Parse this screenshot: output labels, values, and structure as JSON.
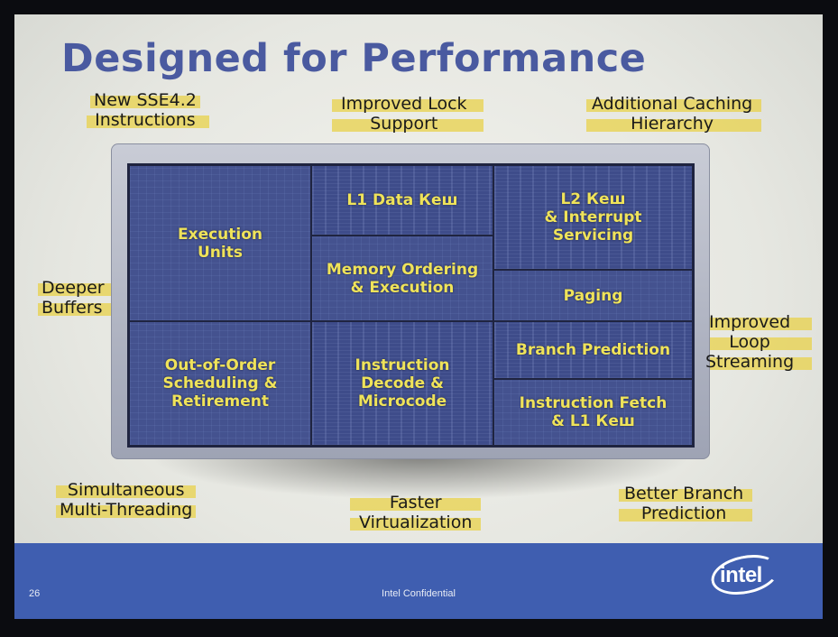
{
  "slide": {
    "title": "Designed for Performance",
    "features": {
      "sse42": "New SSE4.2\nInstructions",
      "lock": "Improved Lock\nSupport",
      "caching": "Additional Caching\nHierarchy",
      "buffers": "Deeper\nBuffers",
      "loop": "Improved\nLoop\nStreaming",
      "smt": "Simultaneous\nMulti-Threading",
      "virt": "Faster\nVirtualization",
      "branch": "Better Branch\nPrediction"
    },
    "die": {
      "execution_units": "Execution\nUnits",
      "l1_data": "L1 Data Кеш",
      "memory_ordering": "Memory Ordering\n& Execution",
      "l2": "L2 Кеш\n& Interrupt\nServicing",
      "paging": "Paging",
      "branch_prediction": "Branch Prediction",
      "ooo": "Out-of-Order\nScheduling &\nRetirement",
      "decode": "Instruction\nDecode &\nMicrocode",
      "fetch": "Instruction Fetch\n& L1 Кеш"
    },
    "footer": {
      "page_number": "26",
      "confidential": "Intel Confidential",
      "logo": "intel"
    }
  },
  "colors": {
    "title": "#4a5aa0",
    "highlight": "#e8d24a",
    "die_label": "#efe35a",
    "footer": "#3f5eb0"
  },
  "icons": {
    "logo": "intel-logo"
  }
}
